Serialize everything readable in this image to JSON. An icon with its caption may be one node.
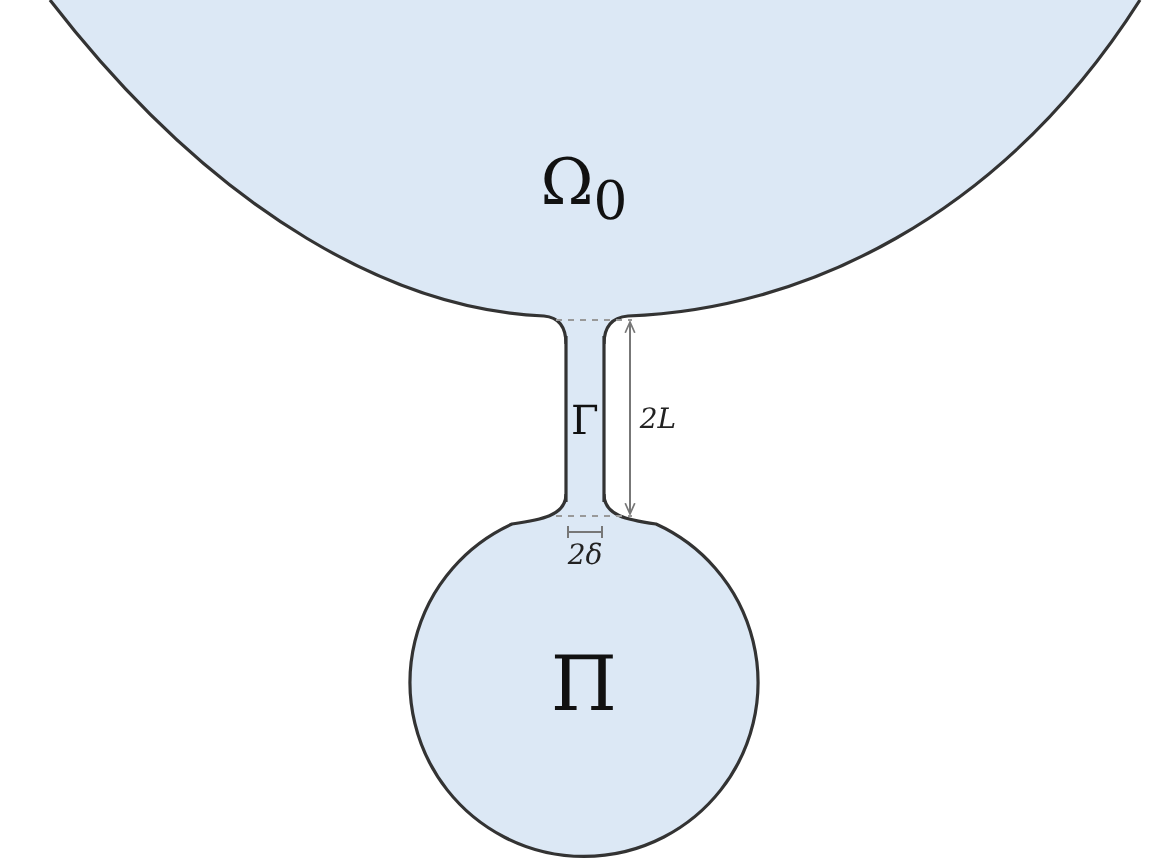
{
  "diagram": {
    "nodes": [
      {
        "text": [
          "Ω$_{0}$"
        ]
      },
      {
        "text": [
          "Γ"
        ]
      },
      {
        "text": [
          "Π"
        ]
      }
    ],
    "labels": [
      "2L",
      "2δ"
    ]
  }
}
